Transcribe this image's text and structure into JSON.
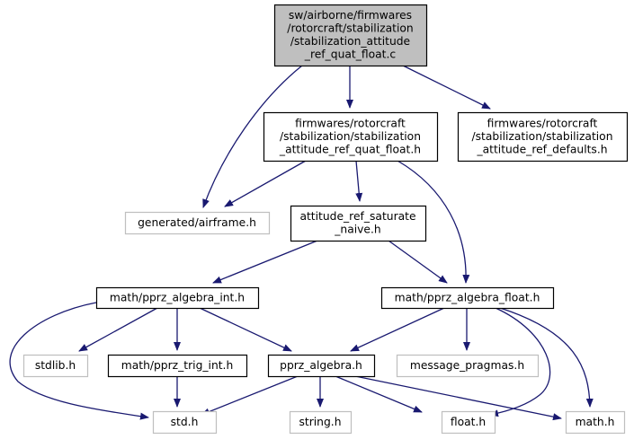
{
  "diagram": {
    "type": "include-dependency-graph",
    "colors": {
      "edge": "#191970",
      "root_fill": "#bfbfbf",
      "root_border": "#000000",
      "documented_border": "#000000",
      "external_border": "#bfbfbf",
      "node_fill": "#ffffff"
    },
    "nodes": [
      {
        "id": "root",
        "kind": "root",
        "lines": [
          "sw/airborne/firmwares",
          "/rotorcraft/stabilization",
          "/stabilization_attitude",
          "_ref_quat_float.c"
        ]
      },
      {
        "id": "ref_quat_float_h",
        "kind": "documented",
        "lines": [
          "firmwares/rotorcraft",
          "/stabilization/stabilization",
          "_attitude_ref_quat_float.h"
        ]
      },
      {
        "id": "ref_defaults_h",
        "kind": "documented",
        "lines": [
          "firmwares/rotorcraft",
          "/stabilization/stabilization",
          "_attitude_ref_defaults.h"
        ]
      },
      {
        "id": "airframe_h",
        "kind": "external",
        "lines": [
          "generated/airframe.h"
        ]
      },
      {
        "id": "saturate_naive_h",
        "kind": "documented",
        "lines": [
          "attitude_ref_saturate",
          "_naive.h"
        ]
      },
      {
        "id": "algebra_int_h",
        "kind": "documented",
        "lines": [
          "math/pprz_algebra_int.h"
        ]
      },
      {
        "id": "algebra_float_h",
        "kind": "documented",
        "lines": [
          "math/pprz_algebra_float.h"
        ]
      },
      {
        "id": "stdlib_h",
        "kind": "external",
        "lines": [
          "stdlib.h"
        ]
      },
      {
        "id": "trig_int_h",
        "kind": "documented",
        "lines": [
          "math/pprz_trig_int.h"
        ]
      },
      {
        "id": "pprz_algebra_h",
        "kind": "documented",
        "lines": [
          "pprz_algebra.h"
        ]
      },
      {
        "id": "message_pragmas_h",
        "kind": "external",
        "lines": [
          "message_pragmas.h"
        ]
      },
      {
        "id": "std_h",
        "kind": "external",
        "lines": [
          "std.h"
        ]
      },
      {
        "id": "string_h",
        "kind": "external",
        "lines": [
          "string.h"
        ]
      },
      {
        "id": "float_h",
        "kind": "external",
        "lines": [
          "float.h"
        ]
      },
      {
        "id": "math_h",
        "kind": "external",
        "lines": [
          "math.h"
        ]
      }
    ],
    "edges": [
      {
        "from": "root",
        "to": "airframe_h"
      },
      {
        "from": "root",
        "to": "ref_quat_float_h"
      },
      {
        "from": "root",
        "to": "ref_defaults_h"
      },
      {
        "from": "ref_quat_float_h",
        "to": "airframe_h"
      },
      {
        "from": "ref_quat_float_h",
        "to": "saturate_naive_h"
      },
      {
        "from": "ref_quat_float_h",
        "to": "algebra_float_h"
      },
      {
        "from": "saturate_naive_h",
        "to": "algebra_int_h"
      },
      {
        "from": "saturate_naive_h",
        "to": "algebra_float_h"
      },
      {
        "from": "algebra_int_h",
        "to": "std_h"
      },
      {
        "from": "algebra_int_h",
        "to": "stdlib_h"
      },
      {
        "from": "algebra_int_h",
        "to": "trig_int_h"
      },
      {
        "from": "algebra_int_h",
        "to": "pprz_algebra_h"
      },
      {
        "from": "algebra_float_h",
        "to": "pprz_algebra_h"
      },
      {
        "from": "algebra_float_h",
        "to": "message_pragmas_h"
      },
      {
        "from": "algebra_float_h",
        "to": "float_h"
      },
      {
        "from": "algebra_float_h",
        "to": "math_h"
      },
      {
        "from": "trig_int_h",
        "to": "std_h"
      },
      {
        "from": "pprz_algebra_h",
        "to": "std_h"
      },
      {
        "from": "pprz_algebra_h",
        "to": "string_h"
      },
      {
        "from": "pprz_algebra_h",
        "to": "float_h"
      },
      {
        "from": "pprz_algebra_h",
        "to": "math_h"
      }
    ]
  }
}
